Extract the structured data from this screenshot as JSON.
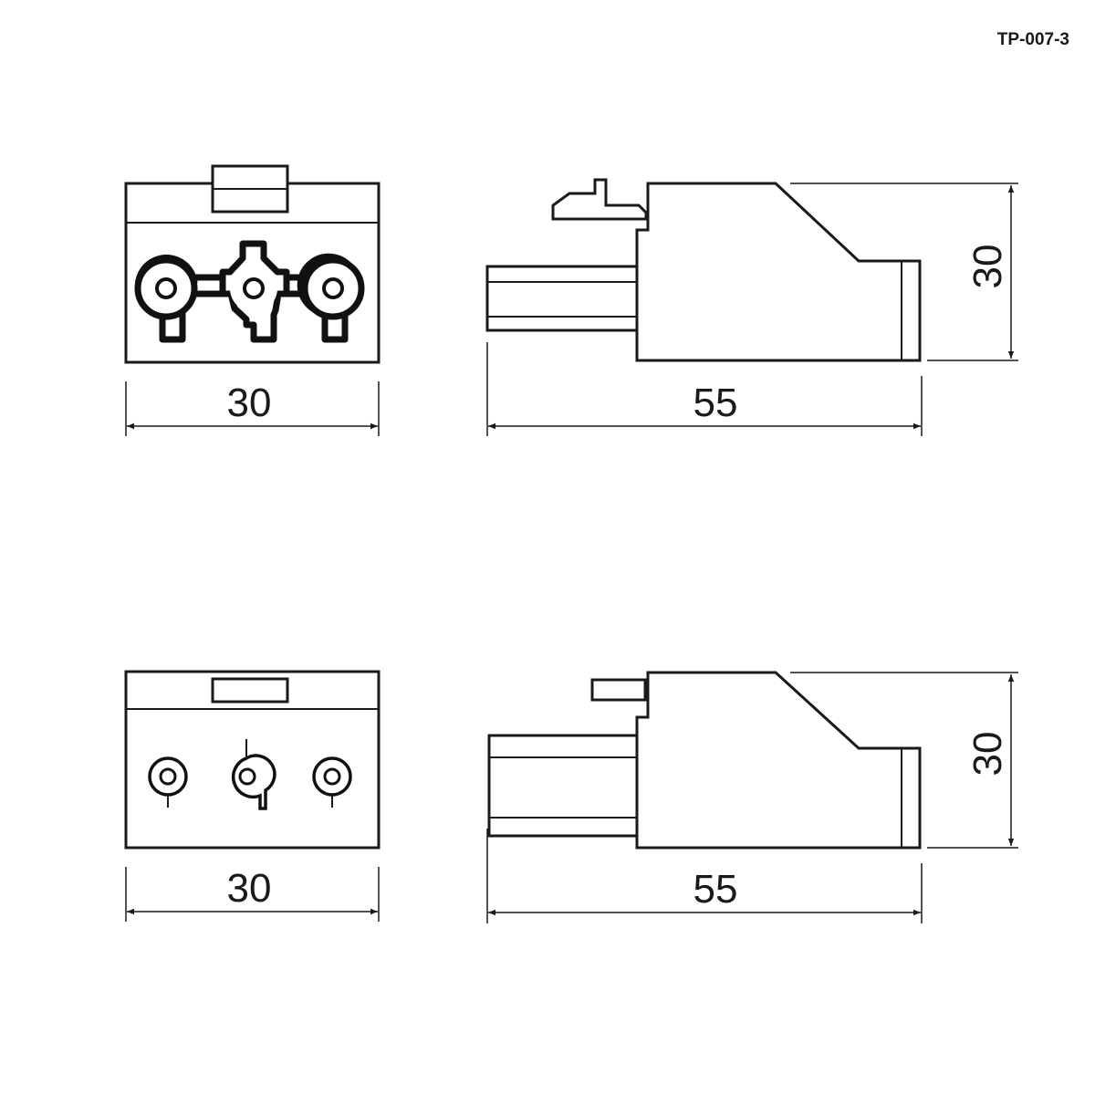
{
  "part_code": "TP-007-3",
  "views": {
    "top_front": {
      "width_label": "30"
    },
    "top_side": {
      "length_label": "55",
      "height_label": "30"
    },
    "bottom_front": {
      "width_label": "30"
    },
    "bottom_side": {
      "length_label": "55",
      "height_label": "30"
    }
  }
}
